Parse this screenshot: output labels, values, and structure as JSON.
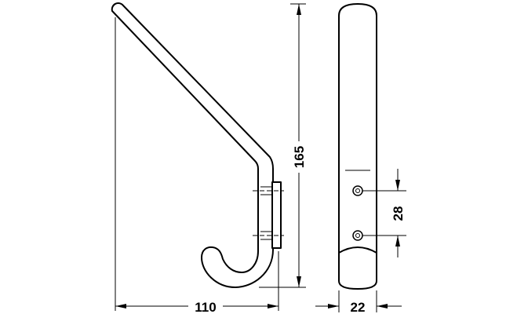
{
  "dimensions": {
    "total_height": "165",
    "projection": "110",
    "width": "22",
    "hole_spacing": "28"
  },
  "colors": {
    "line": "#000000",
    "background": "#ffffff"
  }
}
